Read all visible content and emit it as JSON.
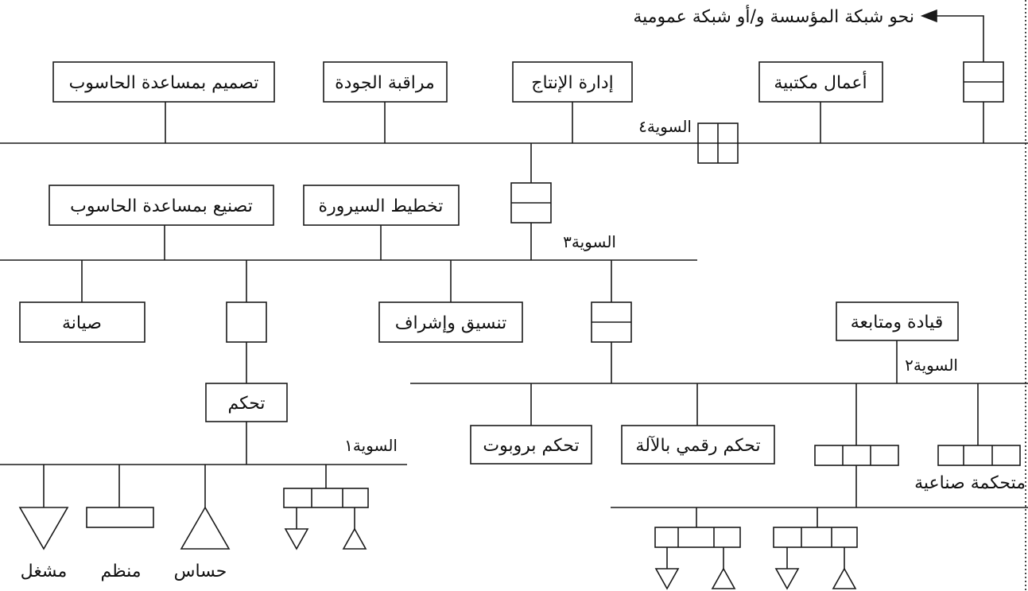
{
  "external_network": "نحو شبكة المؤسسة و/أو شبكة عمومية",
  "levels": {
    "level4": "السوية٤",
    "level3": "السوية٣",
    "level2": "السوية٢",
    "level1": "السوية١"
  },
  "level4_boxes": {
    "cad": "تصميم بمساعدة الحاسوب",
    "quality": "مراقبة الجودة",
    "production": "إدارة الإنتاج",
    "office": "أعمال مكتبية"
  },
  "level3_boxes": {
    "cam": "تصنيع بمساعدة الحاسوب",
    "process": "تخطيط السيرورة"
  },
  "mid_boxes": {
    "maintenance": "صيانة",
    "coordination": "تنسيق وإشراف",
    "command": "قيادة ومتابعة",
    "control": "تحكم"
  },
  "level2_boxes": {
    "robot": "تحكم بروبوت",
    "cnc": "تحكم رقمي بالآلة"
  },
  "plc": "متحكمة صناعية",
  "field": {
    "actuator": "مشغل",
    "regulator": "منظم",
    "sensor": "حساس"
  }
}
